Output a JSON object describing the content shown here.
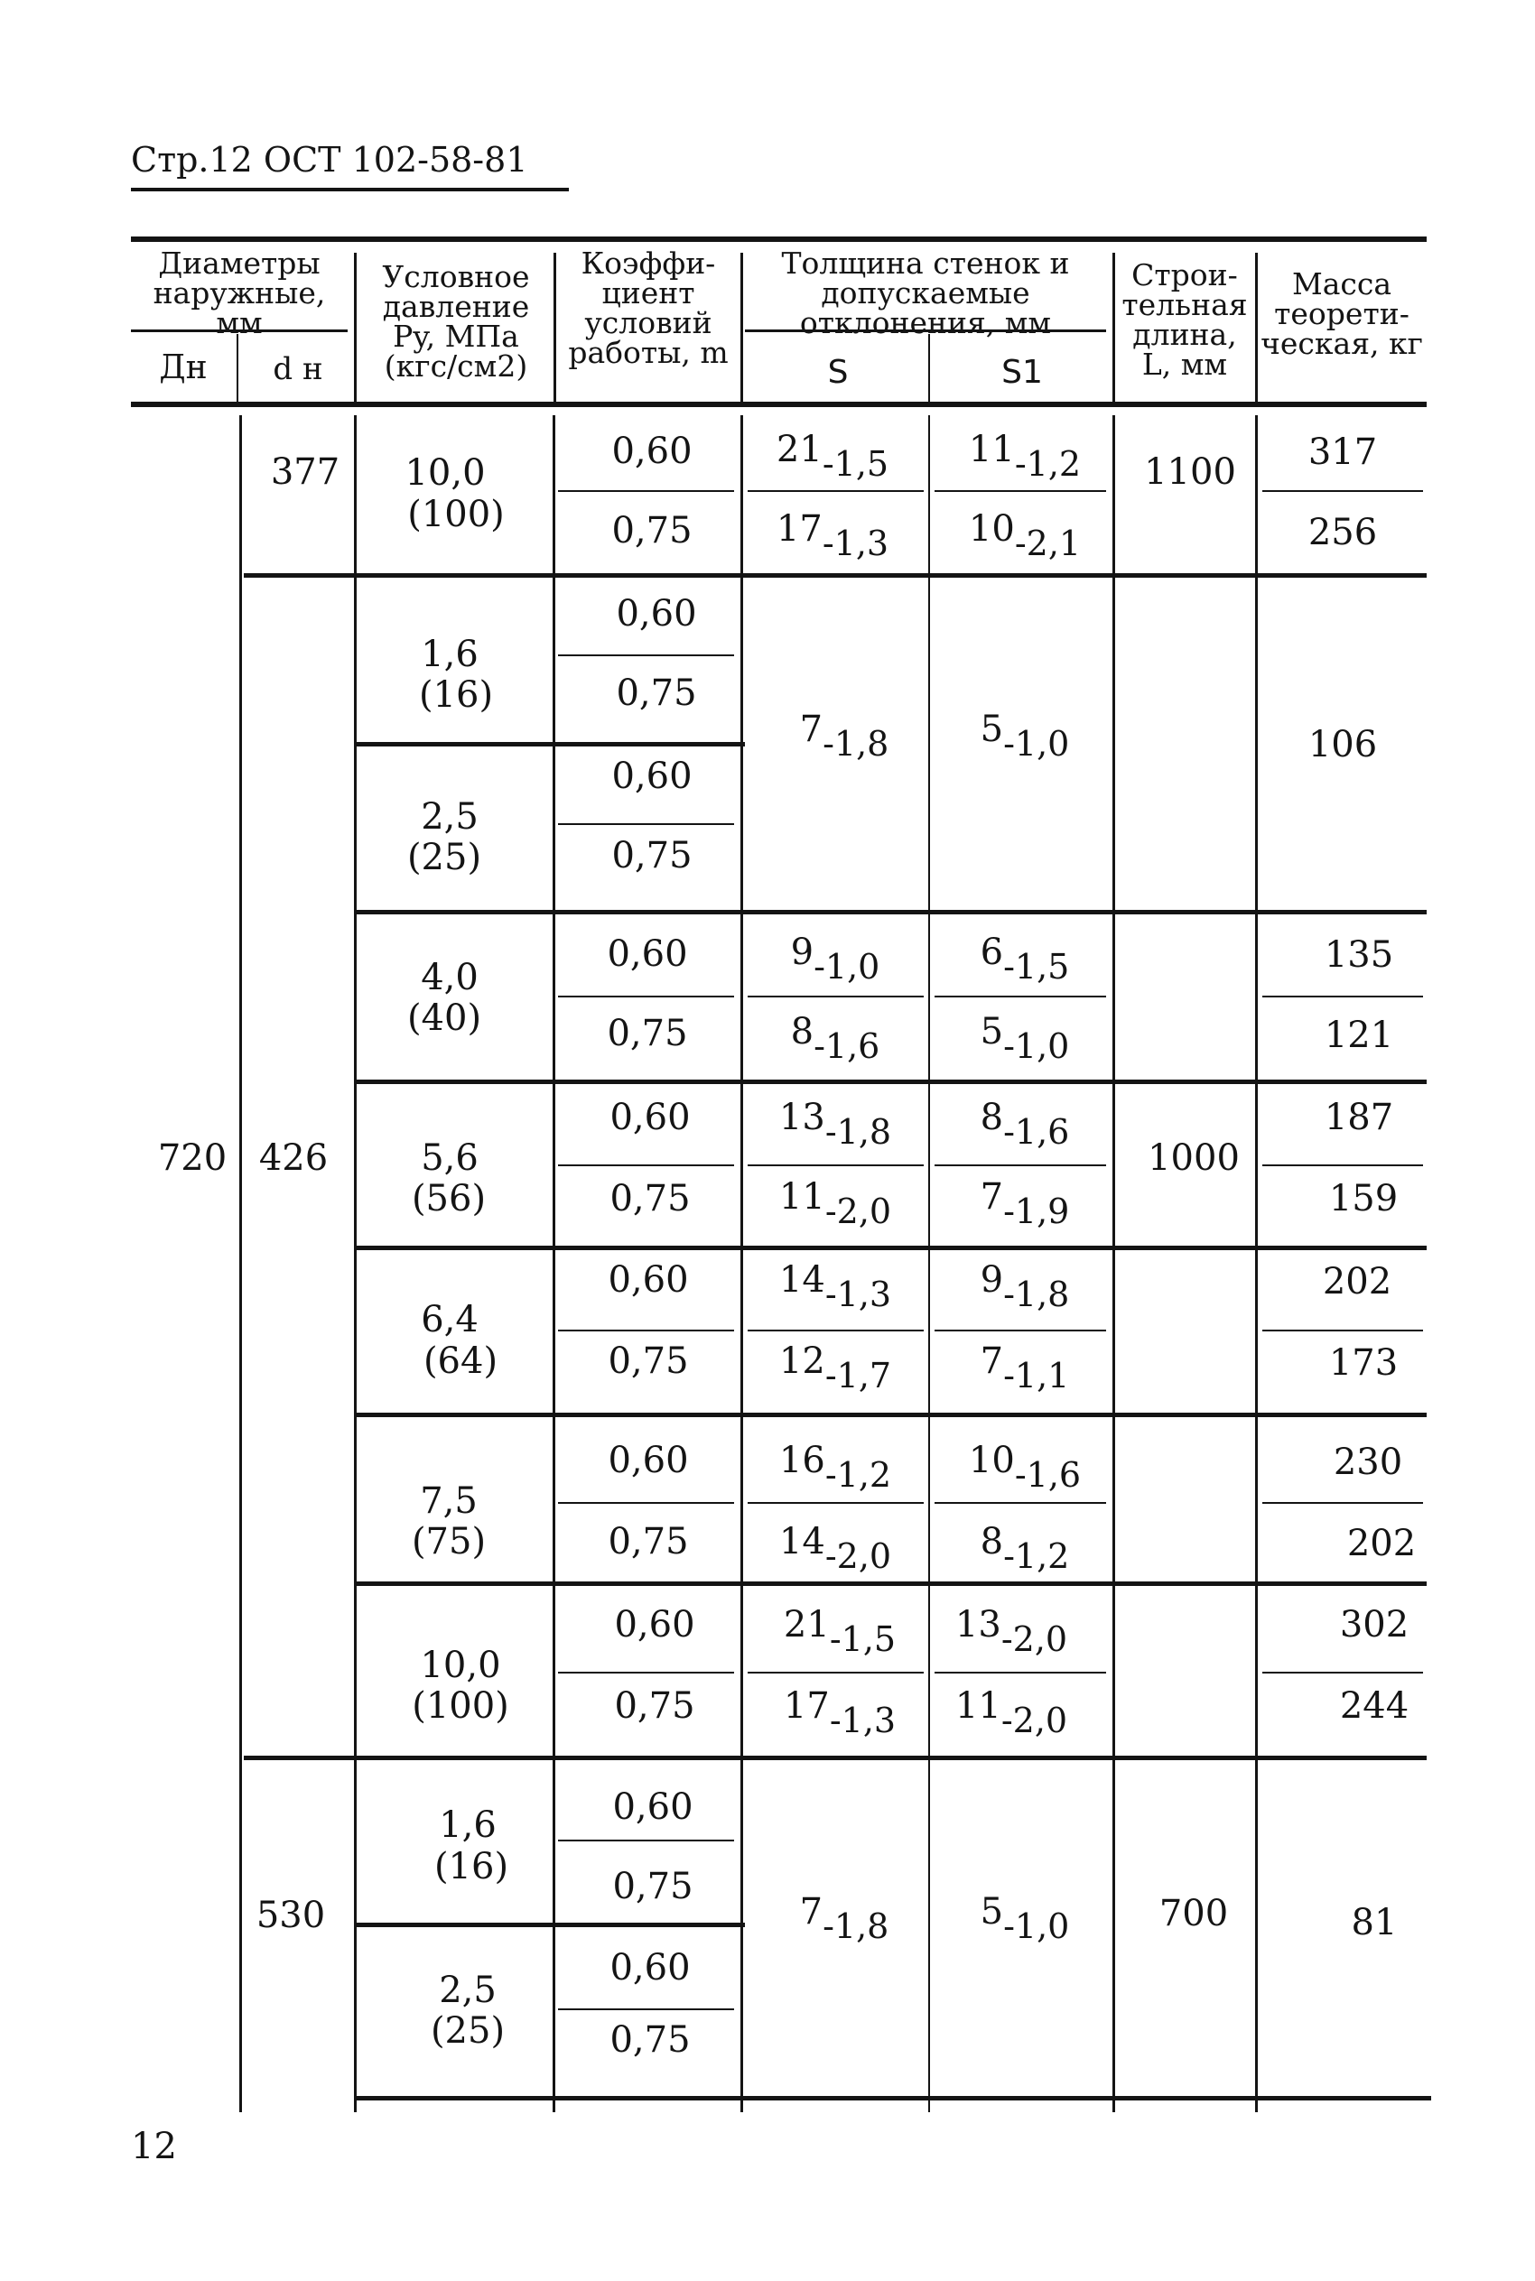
{
  "page_header": "Стр.12 ОСТ 102-58-81",
  "page_number": "12",
  "headers": {
    "diameters": "Диаметры наружные, мм",
    "dn": "Дн",
    "dn_small": "d н",
    "pressure": "Условное давление Py, МПа (кгс/см2)",
    "coefficient": "Коэффи-циент условий работы, m",
    "thickness": "Толщина стенок и допускаемые отклонения, мм",
    "s": "S",
    "s1": "S1",
    "length": "Строи-тельная длина, L, мм",
    "mass": "Масса теорети-ческая, кг"
  },
  "dn_values": {
    "main": "720",
    "d377": "377",
    "d426": "426",
    "d530": "530"
  },
  "lengths": {
    "l1100": "1100",
    "l1000": "1000",
    "l700": "700"
  },
  "groups": [
    {
      "pressure": [
        "10,0",
        "(100)"
      ],
      "coef": [
        "0,60",
        "0,75"
      ],
      "s": [
        {
          "n": "21",
          "d": "-1,5"
        },
        {
          "n": "17",
          "d": "-1,3"
        }
      ],
      "s1": [
        {
          "n": "11",
          "d": "-1,2"
        },
        {
          "n": "10",
          "d": "-2,1"
        }
      ],
      "mass": [
        "317",
        "256"
      ]
    },
    {
      "pressure": [
        "1,6",
        "(16)"
      ],
      "coef": [
        "0,60",
        "0,75"
      ]
    },
    {
      "pressure": [
        "2,5",
        "(25)"
      ],
      "coef": [
        "0,60",
        "0,75"
      ]
    },
    {
      "pressure": [
        "4,0",
        "(40)"
      ],
      "coef": [
        "0,60",
        "0,75"
      ],
      "s": [
        {
          "n": "9",
          "d": "-1,0"
        },
        {
          "n": "8",
          "d": "-1,6"
        }
      ],
      "s1": [
        {
          "n": "6",
          "d": "-1,5"
        },
        {
          "n": "5",
          "d": "-1,0"
        }
      ],
      "mass": [
        "135",
        "121"
      ]
    },
    {
      "pressure": [
        "5,6",
        "(56)"
      ],
      "coef": [
        "0,60",
        "0,75"
      ],
      "s": [
        {
          "n": "13",
          "d": "-1,8"
        },
        {
          "n": "11",
          "d": "-2,0"
        }
      ],
      "s1": [
        {
          "n": "8",
          "d": "-1,6"
        },
        {
          "n": "7",
          "d": "-1,9"
        }
      ],
      "mass": [
        "187",
        "159"
      ]
    },
    {
      "pressure": [
        "6,4",
        "(64)"
      ],
      "coef": [
        "0,60",
        "0,75"
      ],
      "s": [
        {
          "n": "14",
          "d": "-1,3"
        },
        {
          "n": "12",
          "d": "-1,7"
        }
      ],
      "s1": [
        {
          "n": "9",
          "d": "-1,8"
        },
        {
          "n": "7",
          "d": "-1,1"
        }
      ],
      "mass": [
        "202",
        "173"
      ]
    },
    {
      "pressure": [
        "7,5",
        "(75)"
      ],
      "coef": [
        "0,60",
        "0,75"
      ],
      "s": [
        {
          "n": "16",
          "d": "-1,2"
        },
        {
          "n": "14",
          "d": "-2,0"
        }
      ],
      "s1": [
        {
          "n": "10",
          "d": "-1,6"
        },
        {
          "n": "8",
          "d": "-1,2"
        }
      ],
      "mass": [
        "230",
        "202"
      ]
    },
    {
      "pressure": [
        "10,0",
        "(100)"
      ],
      "coef": [
        "0,60",
        "0,75"
      ],
      "s": [
        {
          "n": "21",
          "d": "-1,5"
        },
        {
          "n": "17",
          "d": "-1,3"
        }
      ],
      "s1": [
        {
          "n": "13",
          "d": "-2,0"
        },
        {
          "n": "11",
          "d": "-2,0"
        }
      ],
      "mass": [
        "302",
        "244"
      ]
    },
    {
      "pressure": [
        "1,6",
        "(16)"
      ],
      "coef": [
        "0,60",
        "0,75"
      ]
    },
    {
      "pressure": [
        "2,5",
        "(25)"
      ],
      "coef": [
        "0,60",
        "0,75"
      ]
    }
  ],
  "shared": {
    "g2_s": {
      "n": "7",
      "d": "-1,8"
    },
    "g2_s1": {
      "n": "5",
      "d": "-1,0"
    },
    "g2_mass": "106",
    "g9_s": {
      "n": "7",
      "d": "-1,8"
    },
    "g9_s1": {
      "n": "5",
      "d": "-1,0"
    },
    "g9_mass": "81"
  }
}
